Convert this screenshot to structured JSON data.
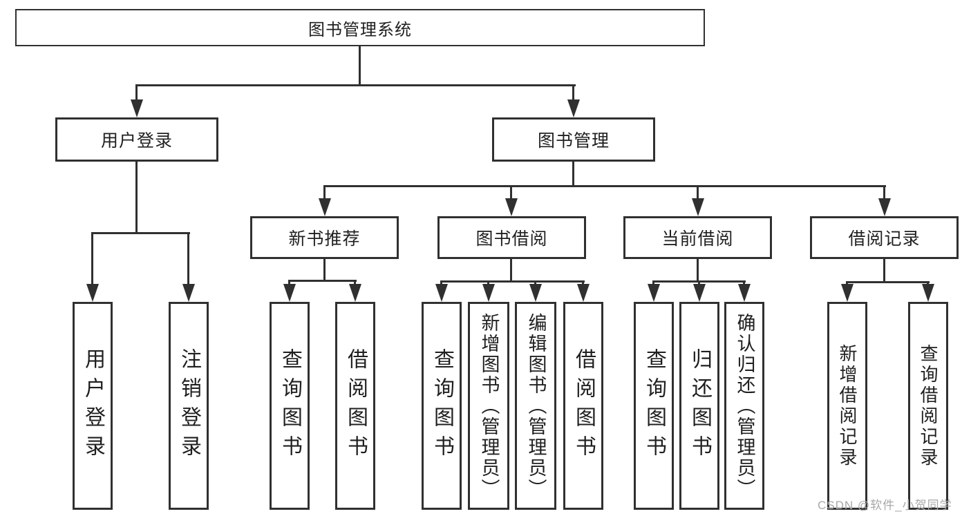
{
  "tree": {
    "root": {
      "label": "图书管理系统"
    },
    "branches": [
      {
        "label": "用户登录",
        "children": [
          {
            "label": "用户登录"
          },
          {
            "label": "注销登录"
          }
        ]
      },
      {
        "label": "图书管理",
        "children": [
          {
            "label": "新书推荐",
            "children": [
              {
                "label": "查询图书"
              },
              {
                "label": "借阅图书"
              }
            ]
          },
          {
            "label": "图书借阅",
            "children": [
              {
                "label": "查询图书"
              },
              {
                "label": "新增图书（管理员）"
              },
              {
                "label": "编辑图书（管理员）"
              },
              {
                "label": "借阅图书"
              }
            ]
          },
          {
            "label": "当前借阅",
            "children": [
              {
                "label": "查询图书"
              },
              {
                "label": "归还图书"
              },
              {
                "label": "确认归还（管理员）"
              }
            ]
          },
          {
            "label": "借阅记录",
            "children": [
              {
                "label": "新增借阅记录"
              },
              {
                "label": "查询借阅记录"
              }
            ]
          }
        ]
      }
    ]
  },
  "watermark": {
    "text": "CSDN @软件_小贺同学"
  },
  "colors": {
    "line": "#303030",
    "text": "#1f1f1f",
    "background": "#ffffff",
    "watermark": "#a8a8a8"
  }
}
